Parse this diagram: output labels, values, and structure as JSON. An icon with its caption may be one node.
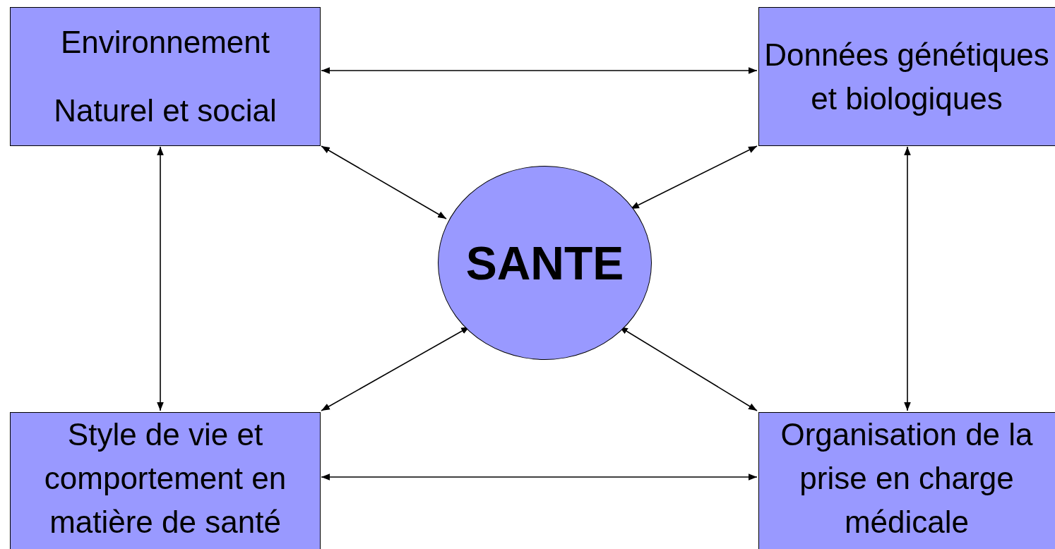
{
  "diagram": {
    "nodes": [
      {
        "text": [
          "Environnement",
          "Naturel et social"
        ]
      },
      {
        "text": [
          "Données génétiques et biologiques"
        ]
      },
      {
        "text": [
          "SANTE"
        ]
      },
      {
        "text": [
          "Style de vie et comportement en matière de santé"
        ]
      },
      {
        "text": [
          "Organisation de la prise en charge médicale"
        ]
      }
    ],
    "edges": [
      {
        "from": 0,
        "to": 1,
        "arrow": "both"
      },
      {
        "from": 0,
        "to": 3,
        "arrow": "both"
      },
      {
        "from": 1,
        "to": 4,
        "arrow": "both"
      },
      {
        "from": 3,
        "to": 4,
        "arrow": "both"
      },
      {
        "from": 0,
        "to": 2,
        "arrow": "both"
      },
      {
        "from": 1,
        "to": 2,
        "arrow": "both"
      },
      {
        "from": 3,
        "to": 2,
        "arrow": "both"
      },
      {
        "from": 4,
        "to": 2,
        "arrow": "both"
      }
    ]
  }
}
